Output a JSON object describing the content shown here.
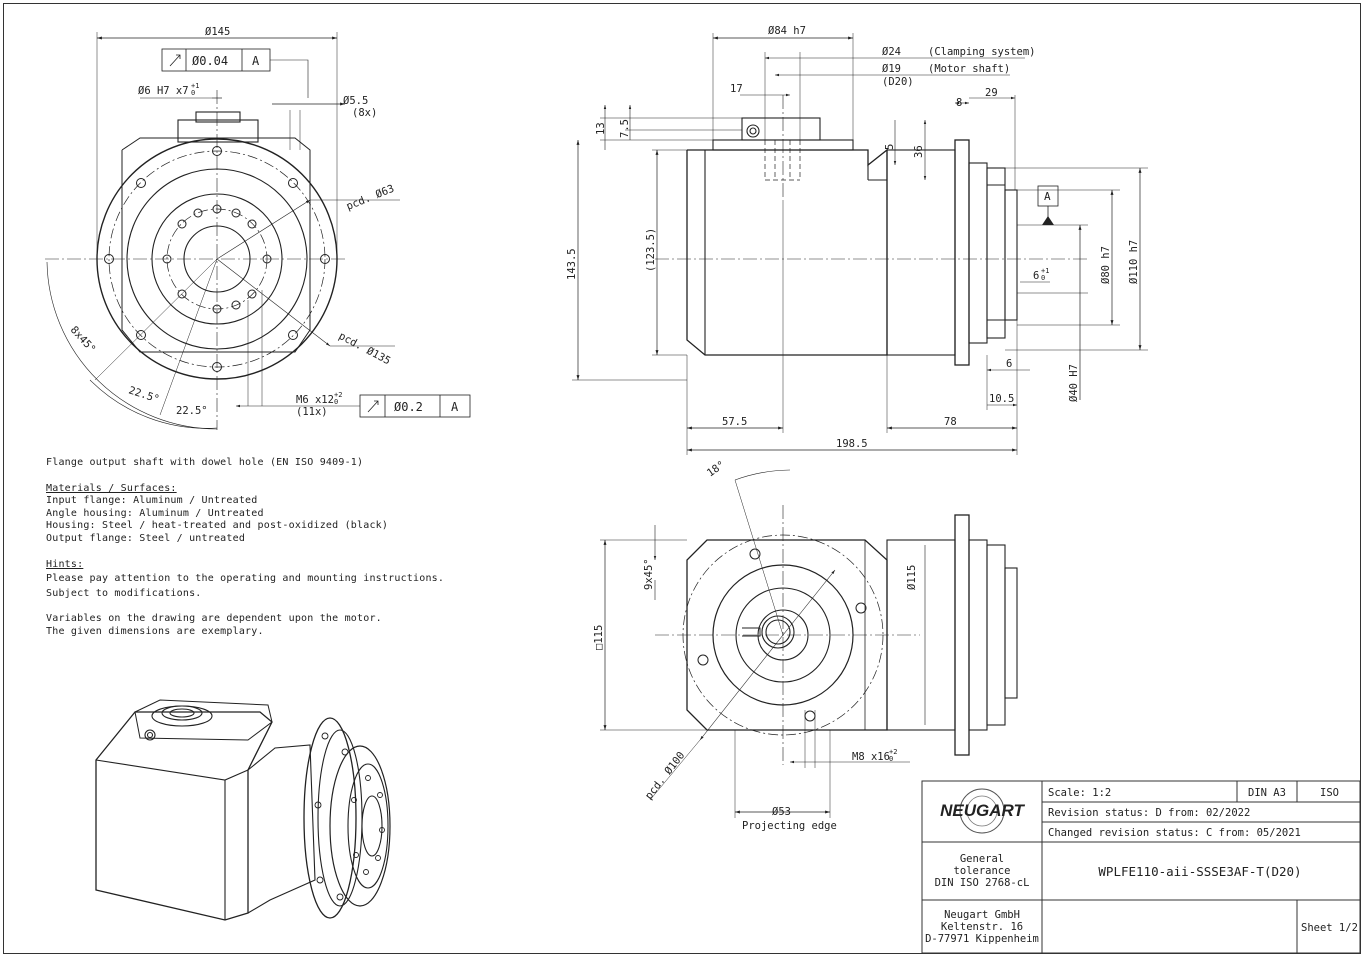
{
  "top_view": {
    "dia_145": "Ø145",
    "runout_value": "Ø0.04",
    "runout_datum": "A",
    "dowel_hole": "Ø6 H7 x7",
    "dowel_tol_upper": "+1",
    "dowel_tol_lower": "0",
    "hole_dia": "Ø5.5",
    "hole_count": "(8x)",
    "pcd_63": "pcd. Ø63",
    "pcd_135": "pcd. Ø135",
    "angle_8x45": "8x45°",
    "angle_22_5_a": "22.5°",
    "angle_22_5_b": "22.5°",
    "thread_m6": "M6 x12",
    "thread_m6_tol_upper": "+2",
    "thread_m6_tol_lower": "0",
    "thread_m6_count": "(11x)",
    "runout2_value": "Ø0.2",
    "runout2_datum": "A"
  },
  "side_view": {
    "dia_84h7": "Ø84 h7",
    "dia_24": "Ø24",
    "clamping_system": "(Clamping system)",
    "dia_19": "Ø19",
    "motor_shaft": "(Motor shaft)",
    "d20": "(D20)",
    "dim_17": "17",
    "dim_8": "8",
    "dim_29": "29",
    "dim_13": "13",
    "dim_7_5": "7.5",
    "dim_5": "5",
    "dim_36": "36",
    "dim_143_5": "143.5",
    "dim_123_5": "(123.5)",
    "datum_a": "A",
    "dia_80h7": "Ø80 h7",
    "dia_110h7": "Ø110 h7",
    "dim_6_tol": "6",
    "dim_6_tol_upper": "+1",
    "dim_6_tol_lower": "0",
    "dim_6": "6",
    "dia_40h7": "Ø40  H7",
    "dim_10_5": "10.5",
    "dim_57_5": "57.5",
    "dim_78": "78",
    "dim_198_5": "198.5"
  },
  "front_view": {
    "angle_18": "18°",
    "angle_9x45": "9x45°",
    "square_115": "□115",
    "dia_115": "Ø115",
    "pcd_100": "pcd. Ø100",
    "thread_m8": "M8 x16",
    "thread_m8_tol_upper": "+2",
    "thread_m8_tol_lower": "0",
    "dia_53": "Ø53",
    "projecting_edge": "Projecting edge"
  },
  "notes": {
    "line1": "Flange output shaft with dowel hole (EN ISO 9409-1)",
    "materials_head": "Materials / Surfaces:",
    "materials": [
      "Input flange: Aluminum / Untreated",
      "Angle housing: Aluminum / Untreated",
      "Housing: Steel / heat-treated and post-oxidized (black)",
      "Output flange: Steel / untreated"
    ],
    "hints_head": "Hints:",
    "hints": [
      "Please pay attention to the operating and mounting instructions.",
      "Subject to modifications."
    ],
    "variables": [
      "Variables on the drawing are dependent upon the motor.",
      "The given dimensions are exemplary."
    ]
  },
  "title_block": {
    "logo_text": "NEUGART",
    "scale": "Scale: 1:2",
    "din_a3": "DIN A3",
    "iso": "ISO",
    "revision_status": "Revision status: D   from: 02/2022",
    "changed_revision": "Changed revision status: C   from: 05/2021",
    "general_tolerance": [
      "General",
      "tolerance",
      "DIN ISO 2768-cL"
    ],
    "part_number": "WPLFE110-aii-SSSE3AF-T(D20)",
    "company": [
      "Neugart GmbH",
      "Keltenstr. 16",
      "D-77971 Kippenheim"
    ],
    "sheet": "Sheet 1/2"
  }
}
